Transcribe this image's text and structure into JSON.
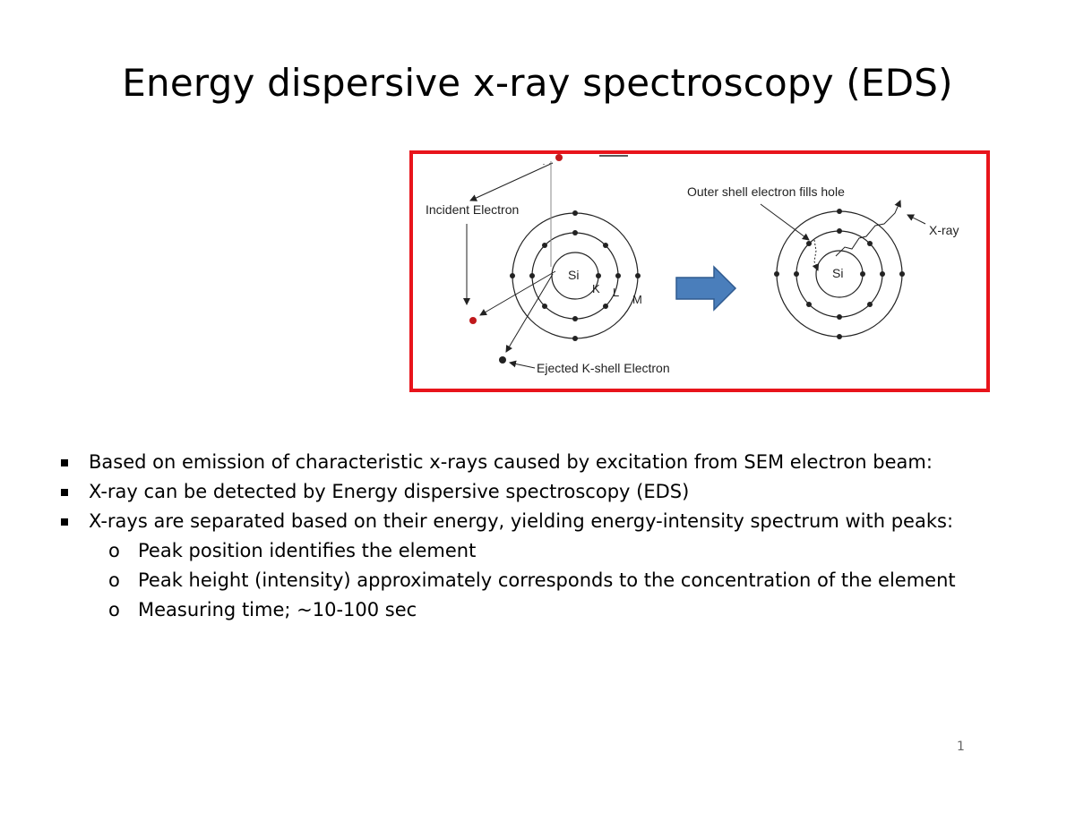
{
  "slide": {
    "title": "Energy dispersive x-ray spectroscopy (EDS)",
    "page_number": "1"
  },
  "figure": {
    "border_color": "#e8141b",
    "arrow_color": "#4a7ebb",
    "electron_color": "#c0181b",
    "labels": {
      "incident": "Incident Electron",
      "ejected": "Ejected K-shell Electron",
      "outer_fill": "Outer shell electron fills hole",
      "xray": "X-ray",
      "si_left": "Si",
      "si_right": "Si",
      "k": "K",
      "l": "L",
      "m": "M"
    }
  },
  "bullets": [
    {
      "text": "Based on emission of characteristic x-rays caused by excitation from SEM electron beam:"
    },
    {
      "text": "X-ray can be detected by Energy dispersive spectroscopy (EDS)"
    },
    {
      "text": "X-rays are separated based on their energy, yielding energy-intensity spectrum with peaks:",
      "sub": [
        {
          "marker": "o",
          "text": "Peak position identifies the element"
        },
        {
          "marker": "o",
          "text": "Peak height (intensity) approximately corresponds to the concentration of the element"
        },
        {
          "marker": "o",
          "text": "Measuring time; ~10-100 sec"
        }
      ]
    }
  ]
}
